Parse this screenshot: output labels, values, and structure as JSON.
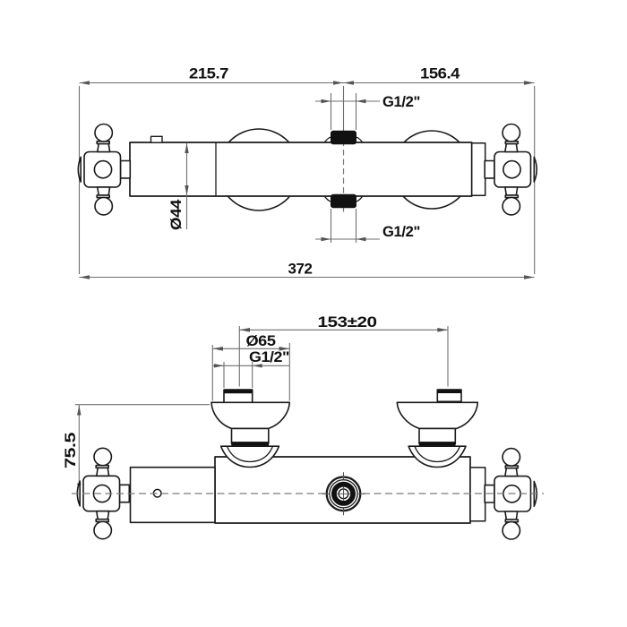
{
  "colors": {
    "background": "#ffffff",
    "outline": "#1a1a1a",
    "dimension_lines": "#6e6e6e",
    "text": "#111111",
    "fitting_fill": "#111111"
  },
  "top_view": {
    "left_span": "215.7",
    "right_span": "156.4",
    "overall_length": "372",
    "upper_connection": "G1/2\"",
    "lower_connection": "G1/2\"",
    "body_diameter": "Ø44"
  },
  "front_view": {
    "connection_centers": "153±20",
    "escutcheon_diameter": "Ø65",
    "connection_thread": "G1/2\"",
    "outlet_height": "75.5"
  }
}
